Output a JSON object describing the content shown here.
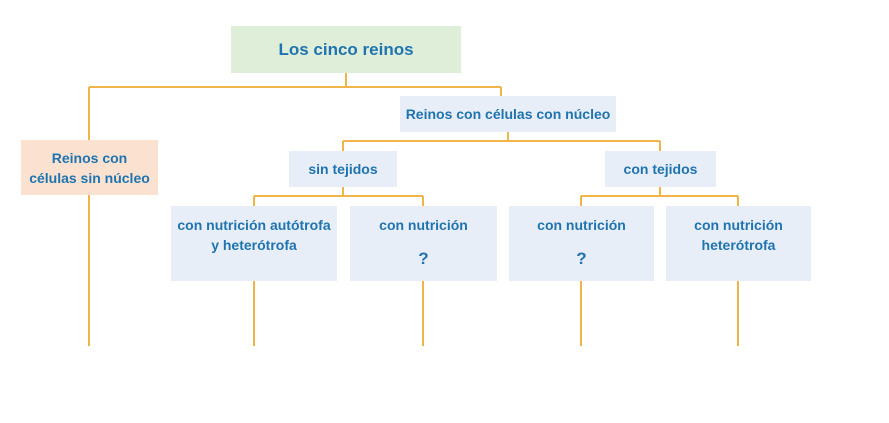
{
  "root": {
    "label": "Los cinco reinos"
  },
  "without_nucleus": {
    "line1": "Reinos con",
    "line2": "células sin núcleo"
  },
  "with_nucleus": {
    "label": "Reinos con células con núcleo"
  },
  "no_tissues": {
    "label": "sin tejidos"
  },
  "with_tissues": {
    "label": "con tejidos"
  },
  "leaf_autotrophic_heterotrophic": {
    "line1": "con nutrición autótrofa",
    "line2": "y heterótrofa"
  },
  "leaf_unknown_1": {
    "line1": "con nutrición",
    "mark": "?"
  },
  "leaf_unknown_2": {
    "line1": "con nutrición",
    "mark": "?"
  },
  "leaf_heterotrophic": {
    "line1": "con nutrición",
    "line2": "heterótrofa"
  },
  "colors": {
    "connector": "#f0b44a",
    "text": "#1f74b0",
    "box_blue": "#e8eef7",
    "box_green": "#dfeed9",
    "box_peach": "#fbe1d0"
  }
}
